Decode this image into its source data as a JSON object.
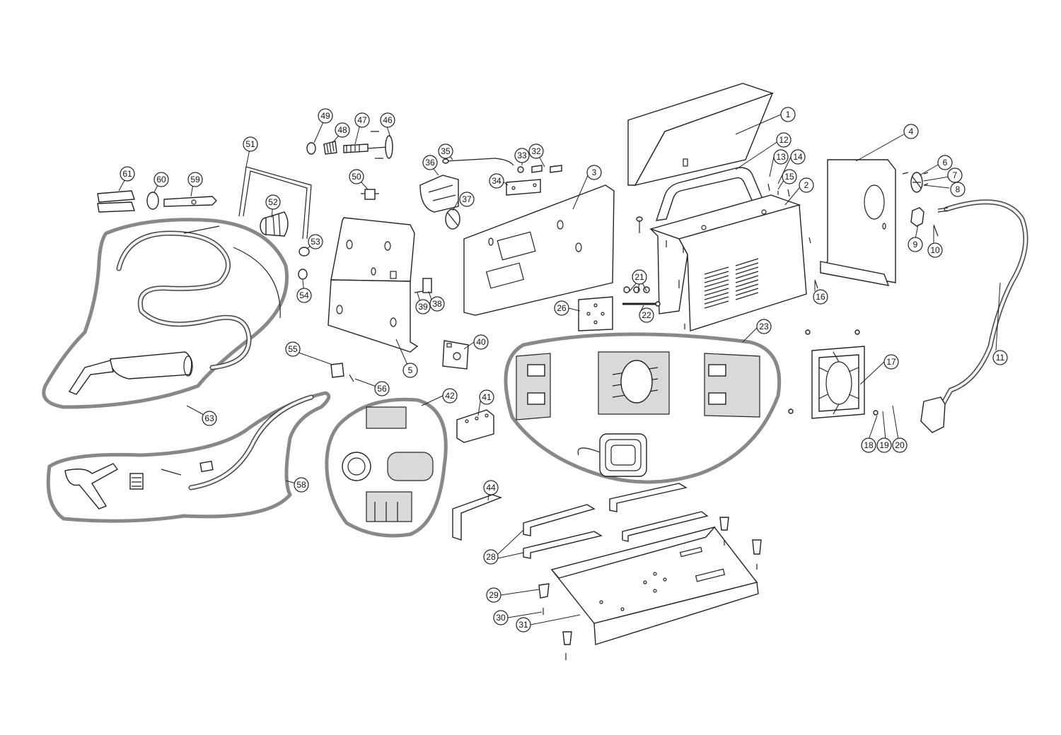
{
  "callouts": [
    {
      "label": "1"
    },
    {
      "label": "2"
    },
    {
      "label": "3"
    },
    {
      "label": "4"
    },
    {
      "label": "5"
    },
    {
      "label": "6"
    },
    {
      "label": "7"
    },
    {
      "label": "8"
    },
    {
      "label": "9"
    },
    {
      "label": "10"
    },
    {
      "label": "11"
    },
    {
      "label": "12"
    },
    {
      "label": "13"
    },
    {
      "label": "14"
    },
    {
      "label": "15"
    },
    {
      "label": "16"
    },
    {
      "label": "17"
    },
    {
      "label": "18"
    },
    {
      "label": "19"
    },
    {
      "label": "20"
    },
    {
      "label": "21"
    },
    {
      "label": "22"
    },
    {
      "label": "23"
    },
    {
      "label": "26"
    },
    {
      "label": "28"
    },
    {
      "label": "29"
    },
    {
      "label": "30"
    },
    {
      "label": "31"
    },
    {
      "label": "32"
    },
    {
      "label": "33"
    },
    {
      "label": "34"
    },
    {
      "label": "35"
    },
    {
      "label": "36"
    },
    {
      "label": "37"
    },
    {
      "label": "38"
    },
    {
      "label": "39"
    },
    {
      "label": "40"
    },
    {
      "label": "41"
    },
    {
      "label": "42"
    },
    {
      "label": "44"
    },
    {
      "label": "46"
    },
    {
      "label": "47"
    },
    {
      "label": "48"
    },
    {
      "label": "49"
    },
    {
      "label": "50"
    },
    {
      "label": "51"
    },
    {
      "label": "52"
    },
    {
      "label": "53"
    },
    {
      "label": "54"
    },
    {
      "label": "55"
    },
    {
      "label": "56"
    },
    {
      "label": "58"
    },
    {
      "label": "59"
    },
    {
      "label": "60"
    },
    {
      "label": "61"
    },
    {
      "label": "63"
    }
  ],
  "colors": {
    "line": "#222222",
    "group_outline": "#888888",
    "background": "#ffffff"
  }
}
